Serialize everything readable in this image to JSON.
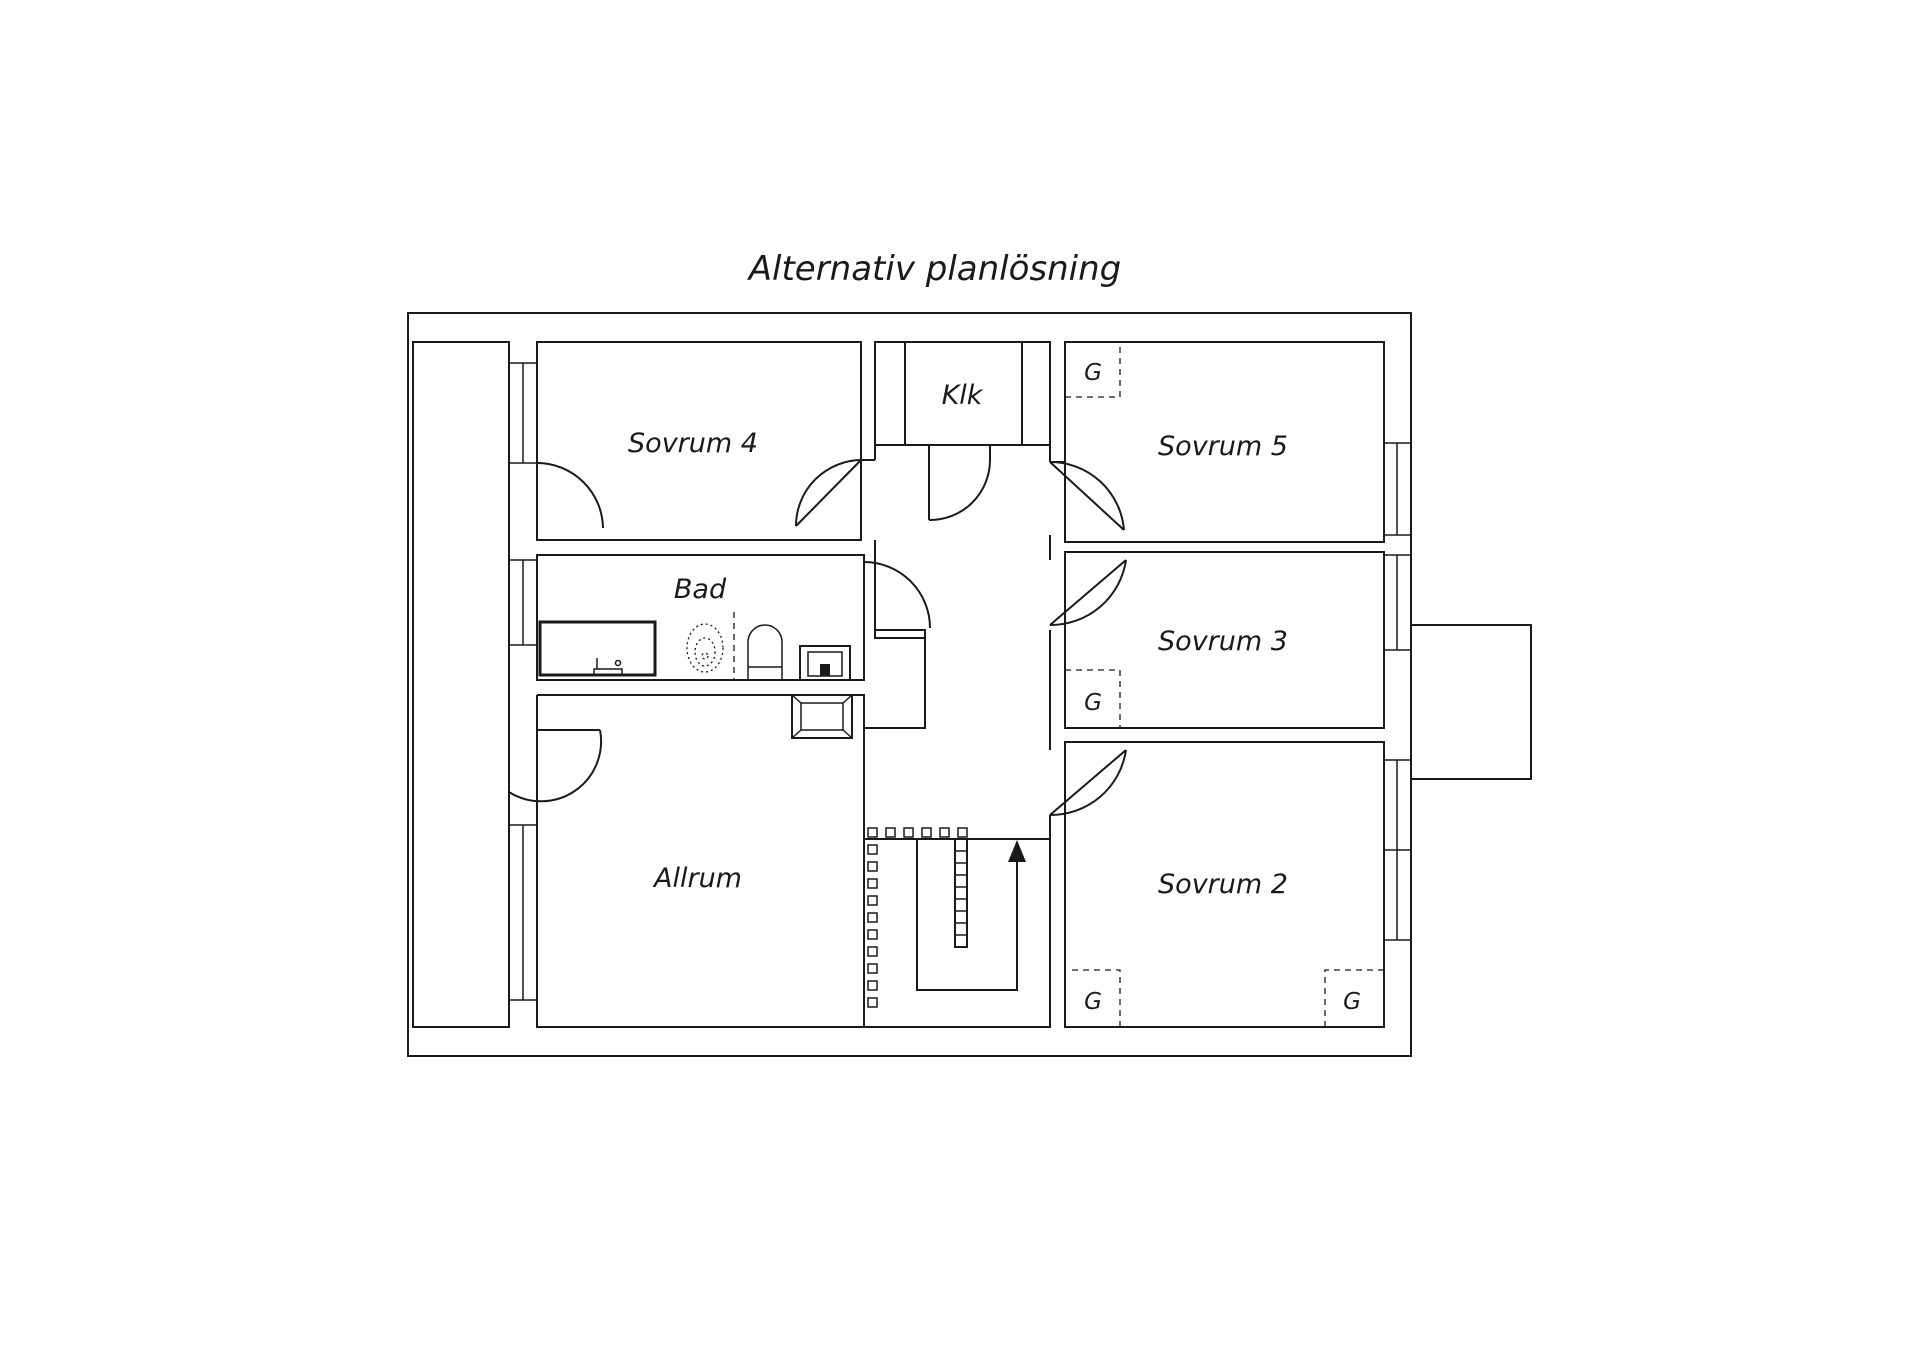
{
  "title": "Alternativ planlösning",
  "rooms": {
    "sovrum4": "Sovrum 4",
    "klk": "Klk",
    "sovrum5": "Sovrum 5",
    "bad": "Bad",
    "sovrum3": "Sovrum 3",
    "allrum": "Allrum",
    "sovrum2": "Sovrum 2"
  },
  "closet_label": "G",
  "icons": [
    "stair-arrow-icon",
    "bathtub-icon",
    "toilet-icon",
    "sink-icon",
    "bidet-icon"
  ],
  "colors": {
    "line": "#1a1a1a",
    "background": "#ffffff"
  }
}
